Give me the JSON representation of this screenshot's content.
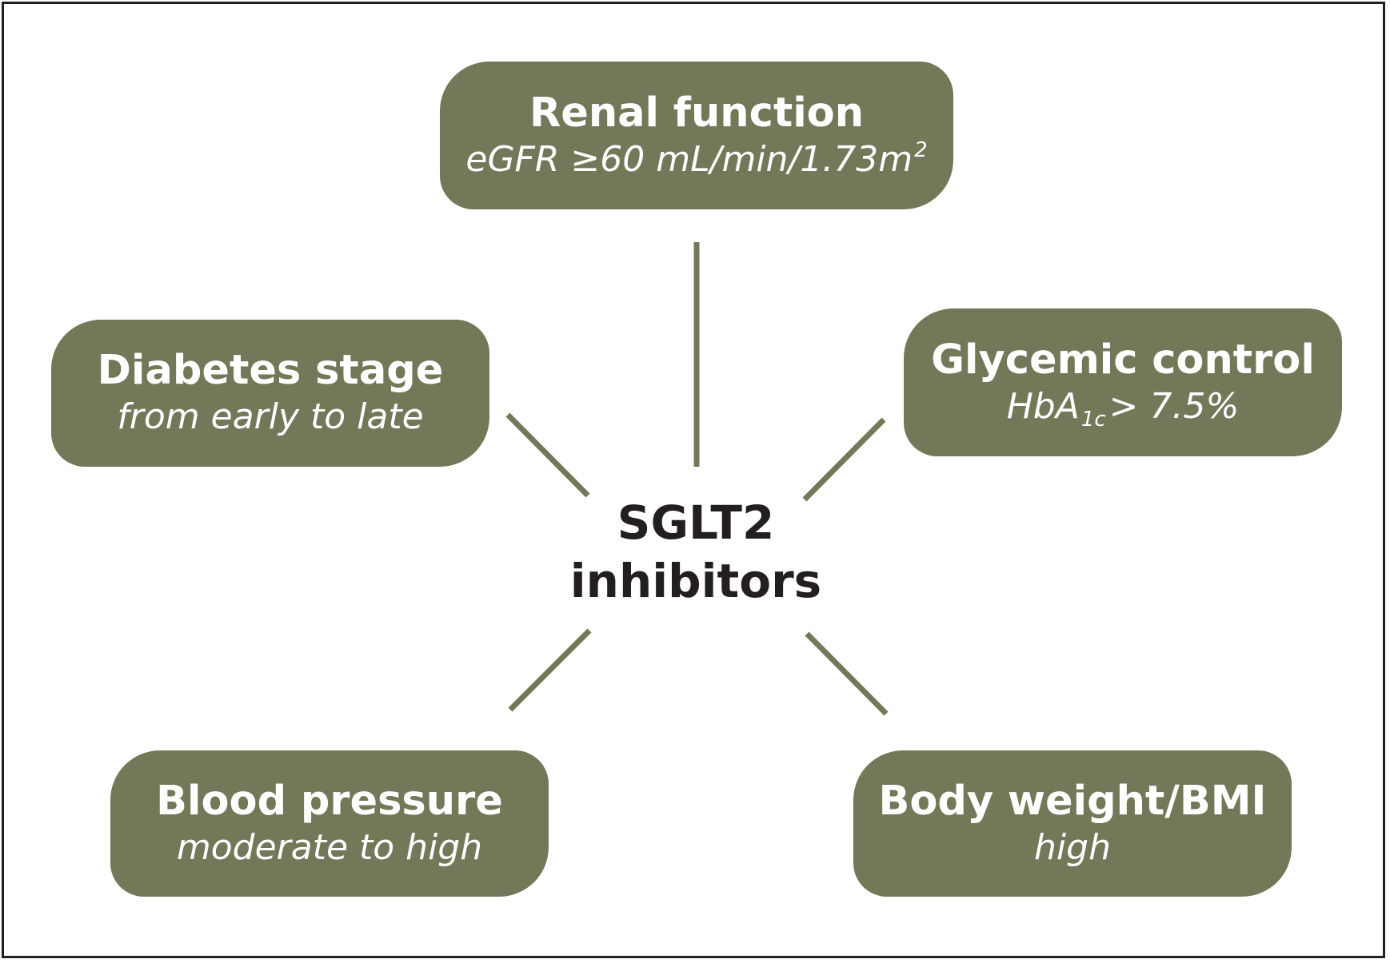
{
  "diagram": {
    "center": {
      "line1": "SGLT2",
      "line2": "inhibitors"
    },
    "nodes": {
      "renal": {
        "title": "Renal function",
        "detail_main": "eGFR ≥60 mL/min/1.73m",
        "detail_sup": "2"
      },
      "diabetes": {
        "title": "Diabetes stage",
        "detail": "from early to late"
      },
      "glycemic": {
        "title": "Glycemic control",
        "detail_pre": "HbA",
        "detail_sub": "1c",
        "detail_post": "> 7.5%"
      },
      "bp": {
        "title": "Blood pressure",
        "detail": "moderate to high"
      },
      "bmi": {
        "title": "Body weight/BMI",
        "detail": "high"
      }
    },
    "colors": {
      "node_fill": "#727858",
      "node_text": "#ffffff",
      "center_text": "#231f20",
      "border": "#231f20"
    }
  }
}
